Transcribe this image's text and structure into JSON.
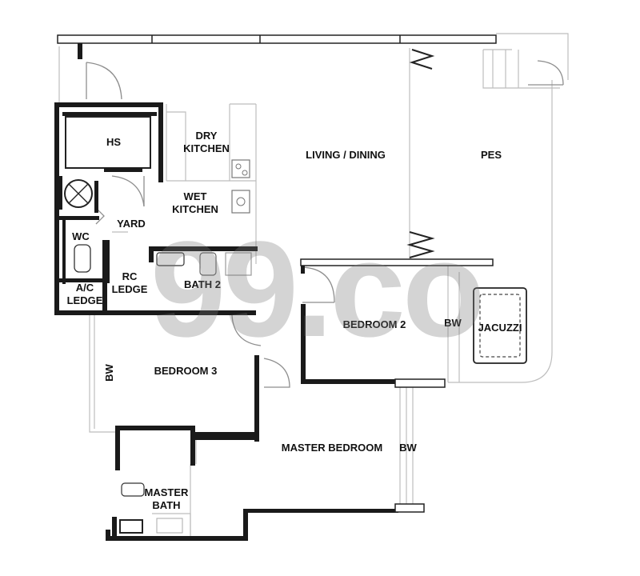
{
  "rooms": {
    "hs": "HS",
    "dry_kitchen": [
      "DRY",
      "KITCHEN"
    ],
    "wet_kitchen": [
      "WET",
      "KITCHEN"
    ],
    "yard": "YARD",
    "wc": "WC",
    "rc_ledge": [
      "RC",
      "LEDGE"
    ],
    "ac_ledge": [
      "A/C",
      "LEDGE"
    ],
    "bath2": "BATH 2",
    "living_dining": "LIVING / DINING",
    "pes": "PES",
    "bedroom2": "BEDROOM 2",
    "bw_bedroom2": "BW",
    "jacuzzi": "JACUZZI",
    "bedroom3": "BEDROOM 3",
    "bw_bedroom3": "BW",
    "master_bedroom": "MASTER BEDROOM",
    "bw_master": "BW",
    "master_bath": [
      "MASTER",
      "BATH"
    ]
  },
  "watermark": {
    "text": "99.co",
    "color": "#787878"
  }
}
